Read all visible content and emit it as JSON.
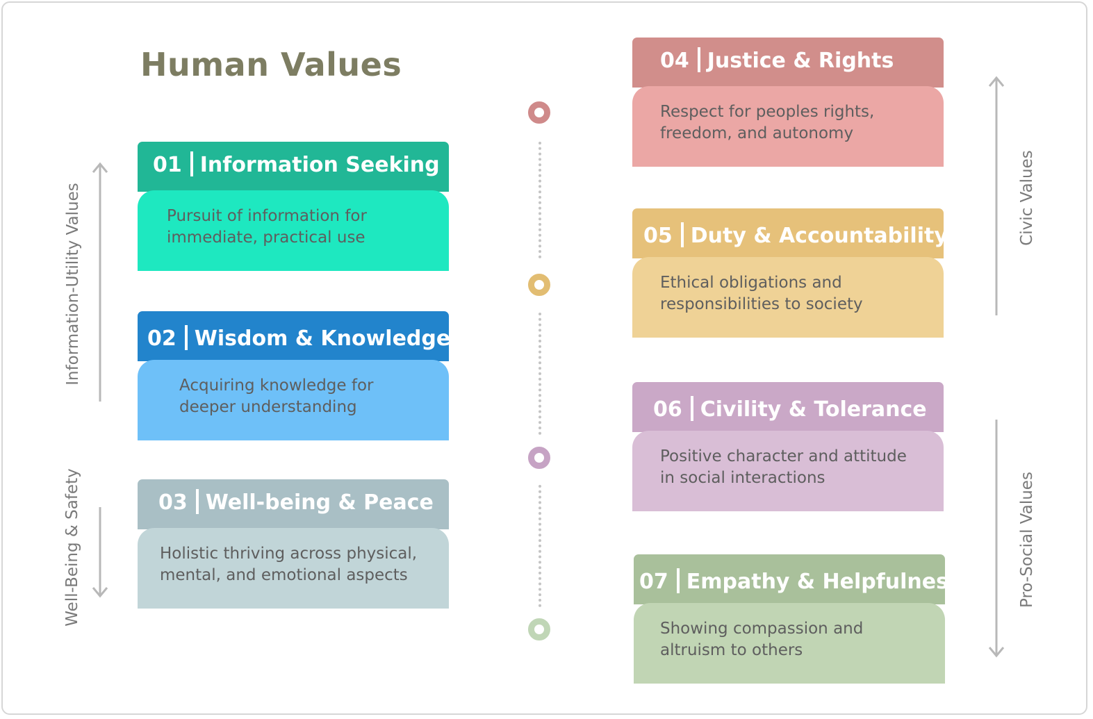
{
  "title": "Human Values",
  "groups": {
    "information_utility": "Information-Utility Values",
    "well_being_safety": "Well-Being & Safety",
    "civic": "Civic Values",
    "pro_social": "Pro-Social Values"
  },
  "cards": [
    {
      "num": "01",
      "title": "Information Seeking",
      "desc": "Pursuit of information for\nimmediate, practical use",
      "head_color": "#21b796",
      "body_color": "#1ee8c0"
    },
    {
      "num": "02",
      "title": "Wisdom & Knowledge",
      "desc": "Acquiring knowledge for\ndeeper understanding",
      "head_color": "#2284cc",
      "body_color": "#6ec0f8"
    },
    {
      "num": "03",
      "title": "Well-being & Peace",
      "desc": "Holistic thriving across physical,\nmental, and emotional aspects",
      "head_color": "#a9bfc5",
      "body_color": "#c1d5d8"
    },
    {
      "num": "04",
      "title": "Justice & Rights",
      "desc": "Respect for peoples rights,\nfreedom, and autonomy",
      "head_color": "#d18e8b",
      "body_color": "#eba7a5"
    },
    {
      "num": "05",
      "title": "Duty & Accountability",
      "desc": "Ethical obligations and\nresponsibilities to society",
      "head_color": "#e6c17a",
      "body_color": "#efd296"
    },
    {
      "num": "06",
      "title": "Civility & Tolerance",
      "desc": "Positive character and attitude\nin social interactions",
      "head_color": "#caa8c7",
      "body_color": "#d9bed6"
    },
    {
      "num": "07",
      "title": "Empathy & Helpfulness",
      "desc": "Showing compassion and\naltruism to others",
      "head_color": "#a9c09b",
      "body_color": "#c1d5b4"
    }
  ],
  "timeline_colors": [
    "#cf8a8a",
    "#e2bd72",
    "#c6a3c4",
    "#c0d6b6"
  ],
  "arrow_color": "#b8b8b8"
}
